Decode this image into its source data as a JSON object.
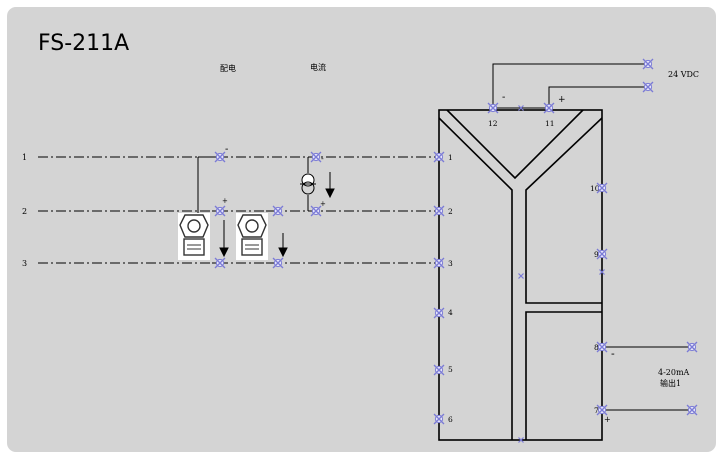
{
  "title": "FS-211A",
  "labels": {
    "power": "配电",
    "current": "电流",
    "vdc": "24 VDC",
    "output_line1": "4-20mA",
    "output_line2": "输出1",
    "minus": "-",
    "plus": "+"
  },
  "field_lines": [
    "1",
    "2",
    "3"
  ],
  "input_terminals": [
    "1",
    "2",
    "3",
    "4",
    "5",
    "6"
  ],
  "top_terminals": [
    "12",
    "11"
  ],
  "right_terminals": [
    "10",
    "9",
    "8",
    "7"
  ],
  "colors": {
    "background": "#d4d4d4",
    "frame": "#ffffff",
    "line": "#000000",
    "terminal": "#7b7bd6"
  }
}
